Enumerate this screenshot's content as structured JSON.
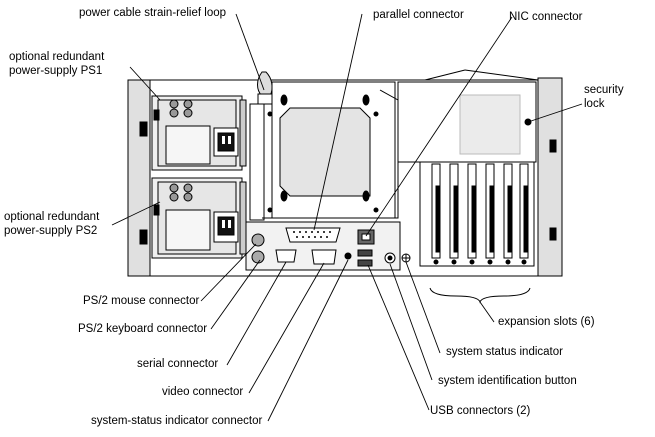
{
  "labels": {
    "power_cable_strain_relief_loop": "power cable strain-relief loop",
    "parallel_connector": "parallel connector",
    "nic_connector": "NIC connector",
    "optional_psu1": "optional redundant\npower-supply PS1",
    "security_lock": "security\nlock",
    "optional_psu2": "optional redundant\npower-supply PS2",
    "ps2_mouse_connector": "PS/2 mouse connector",
    "ps2_keyboard_connector": "PS/2 keyboard connector",
    "serial_connector": "serial connector",
    "video_connector": "video connector",
    "system_status_indicator_connector": "system-status indicator connector",
    "expansion_slots": "expansion slots (6)",
    "system_status_indicator": "system status indicator",
    "system_identification_button": "system identification button",
    "usb_connectors": "USB connectors (2)"
  }
}
